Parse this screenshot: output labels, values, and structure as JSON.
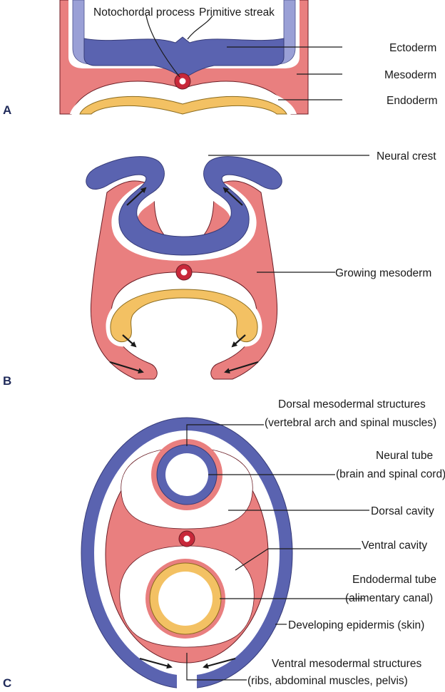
{
  "colors": {
    "ectoderm": "#5a63b0",
    "ectoderm_light": "#9aa0d6",
    "mesoderm": "#e97f7f",
    "endoderm": "#f3c163",
    "notochord": "#c8283a",
    "outline": "#6b1e26"
  },
  "panels": {
    "a": "A",
    "b": "B",
    "c": "C"
  },
  "panel_a": {
    "notochordal_process": "Notochordal process",
    "primitive_streak": "Primitive streak",
    "ectoderm": "Ectoderm",
    "mesoderm": "Mesoderm",
    "endoderm": "Endoderm"
  },
  "panel_b": {
    "neural_crest": "Neural crest",
    "growing_mesoderm": "Growing mesoderm"
  },
  "panel_c": {
    "dorsal_mesodermal_1": "Dorsal mesodermal structures",
    "dorsal_mesodermal_2": "(vertebral arch and spinal muscles)",
    "neural_tube_1": "Neural tube",
    "neural_tube_2": "(brain and spinal cord)",
    "dorsal_cavity": "Dorsal cavity",
    "ventral_cavity": "Ventral cavity",
    "endodermal_tube_1": "Endodermal tube",
    "endodermal_tube_2": "(alimentary canal)",
    "developing_epidermis": "Developing epidermis (skin)",
    "ventral_mesodermal_1": "Ventral mesodermal structures",
    "ventral_mesodermal_2": "(ribs, abdominal muscles, pelvis)"
  }
}
